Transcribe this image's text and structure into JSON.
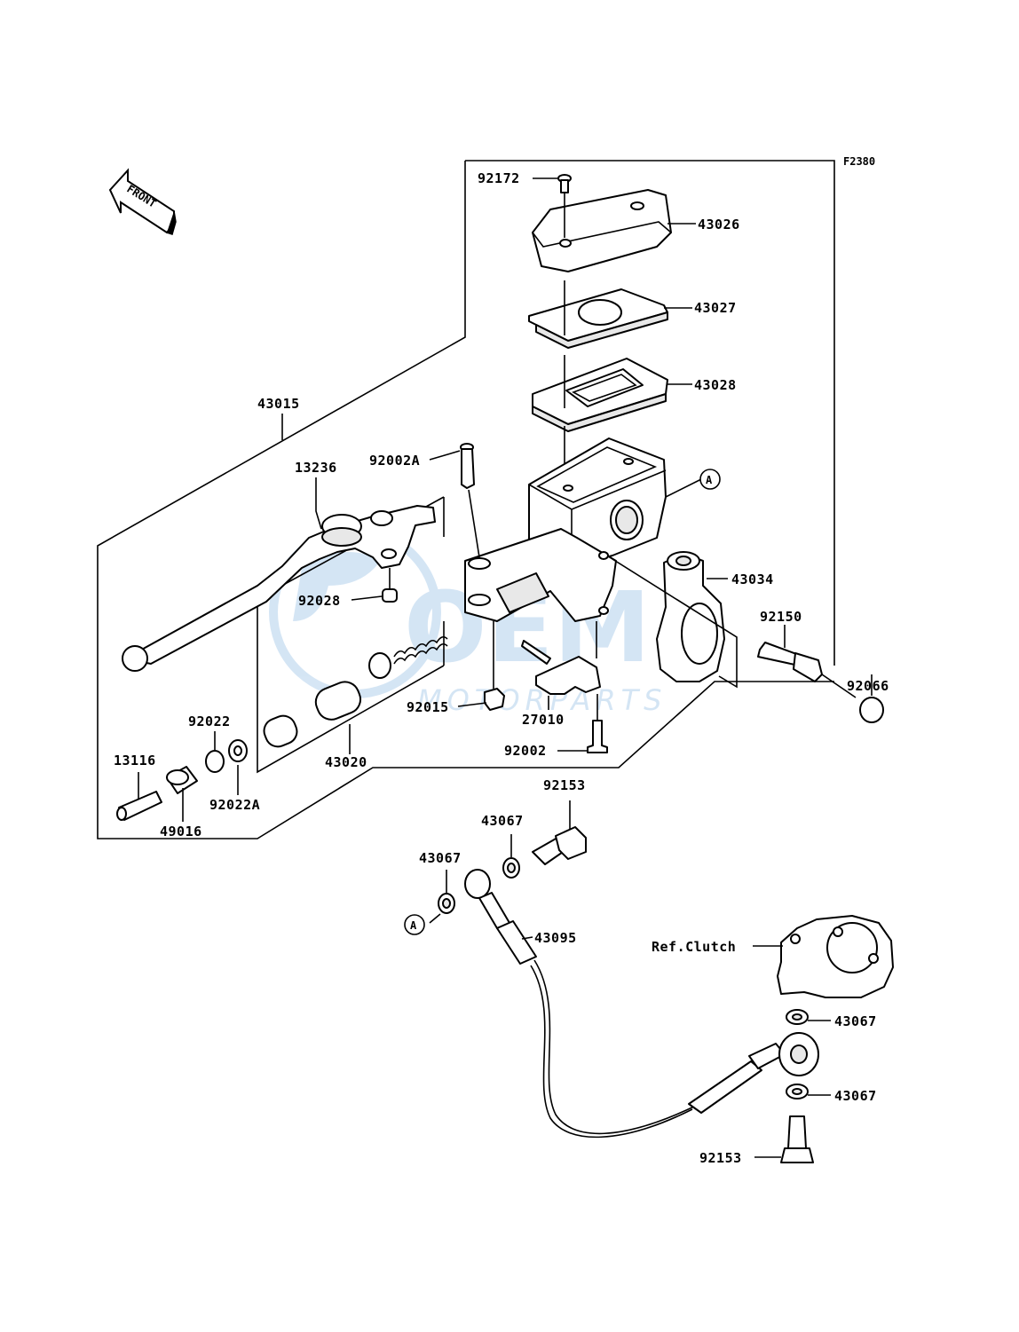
{
  "diagram": {
    "figure_code": "F2380",
    "front_label": "FRONT",
    "watermark": {
      "brand": "OEM",
      "sub": "MOTORPARTS"
    },
    "reference_marker": "A",
    "parts": {
      "p92172": "92172",
      "p43026": "43026",
      "p43027": "43027",
      "p43028": "43028",
      "p43015": "43015",
      "p13236": "13236",
      "p92002A": "92002A",
      "p43034": "43034",
      "p92028": "92028",
      "p92150": "92150",
      "p92066": "92066",
      "p92015": "92015",
      "p27010": "27010",
      "p92022": "92022",
      "p92002": "92002",
      "p13116": "13116",
      "p43020": "43020",
      "p92022A": "92022A",
      "p49016": "49016",
      "p92153_top": "92153",
      "p43067_a": "43067",
      "p43067_b": "43067",
      "p43095": "43095",
      "ref_clutch": "Ref.Clutch",
      "p43067_c": "43067",
      "p43067_d": "43067",
      "p92153_bottom": "92153"
    }
  }
}
